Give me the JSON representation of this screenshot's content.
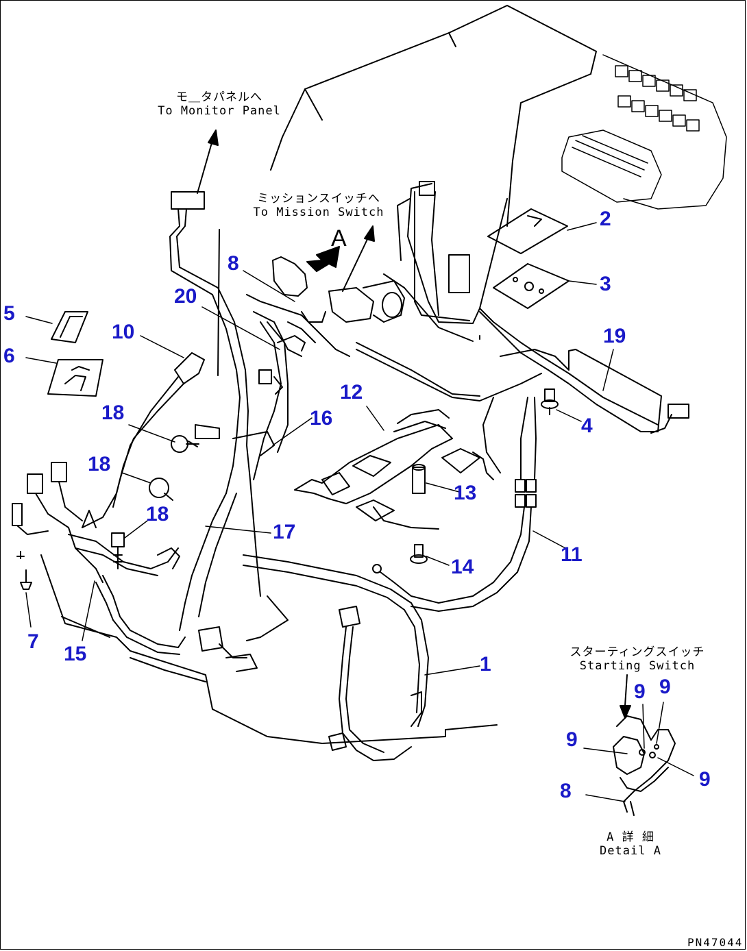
{
  "callouts": {
    "n1": "1",
    "n2": "2",
    "n3": "3",
    "n4": "4",
    "n5": "5",
    "n6": "6",
    "n7": "7",
    "n8": "8",
    "n8b": "8",
    "n9a": "9",
    "n9b": "9",
    "n9c": "9",
    "n9d": "9",
    "n10": "10",
    "n11": "11",
    "n12": "12",
    "n13": "13",
    "n14": "14",
    "n15": "15",
    "n16": "16",
    "n17": "17",
    "n18a": "18",
    "n18b": "18",
    "n18c": "18",
    "n19": "19",
    "n20": "20",
    "view_a": "A"
  },
  "notes": {
    "monitor_panel_jp": "モ＿タパネルへ",
    "monitor_panel_en": "To Monitor Panel",
    "mission_switch_jp": "ミッションスイッチへ",
    "mission_switch_en": "To Mission Switch",
    "starting_switch_jp": "スターティングスイッチ",
    "starting_switch_en": "Starting Switch",
    "detail_jp": "A 詳 細",
    "detail_en": "Detail A"
  },
  "drawing_code": "PN47044",
  "colors": {
    "callout": "#1a1ac8",
    "line": "#000000"
  }
}
